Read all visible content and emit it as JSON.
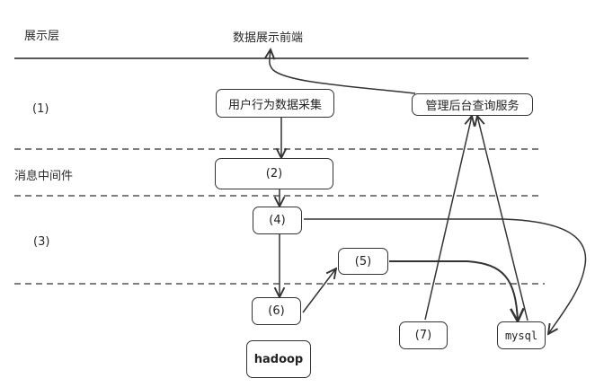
{
  "layers": {
    "display": "展示层",
    "step1": "(1)",
    "middleware": "消息中间件",
    "step3": "(3)"
  },
  "nodes": {
    "frontend": "数据展示前端",
    "collect": "用户行为数据采集",
    "admin": "管理后台查询服务",
    "n2": "(2)",
    "n4": "(4)",
    "n5": "(5)",
    "n6": "(6)",
    "n7": "(7)",
    "hadoop": "hadoop",
    "mysql": "mysql"
  },
  "colors": {
    "stroke": "#333333",
    "background": "#ffffff"
  }
}
